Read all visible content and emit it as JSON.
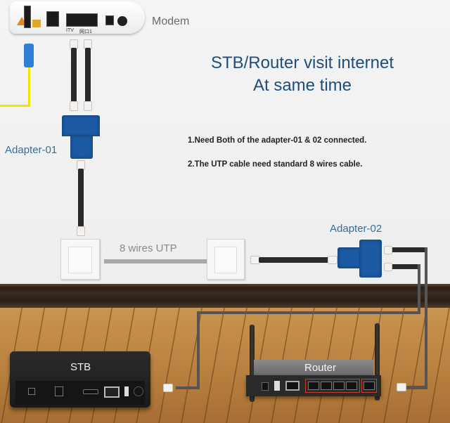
{
  "diagram": {
    "title_line1": "STB/Router visit internet",
    "title_line2": "At same time",
    "notes": [
      "1.Need Both of the adapter-01 & 02 connected.",
      "2.The UTP cable need standard 8 wires cable."
    ],
    "labels": {
      "modem": "Modem",
      "adapter_01": "Adapter-01",
      "adapter_02": "Adapter-02",
      "utp": "8 wires UTP",
      "stb": "STB",
      "router": "Router",
      "modem_port_itv": "ITV",
      "modem_port_lan": "网口1"
    },
    "colors": {
      "title": "#1f4e79",
      "adapter": "#1c5aa3",
      "fiber_cable": "#f2e600",
      "fiber_connector": "#2f7fd6",
      "router_lan_highlight": "#c8402a"
    }
  }
}
